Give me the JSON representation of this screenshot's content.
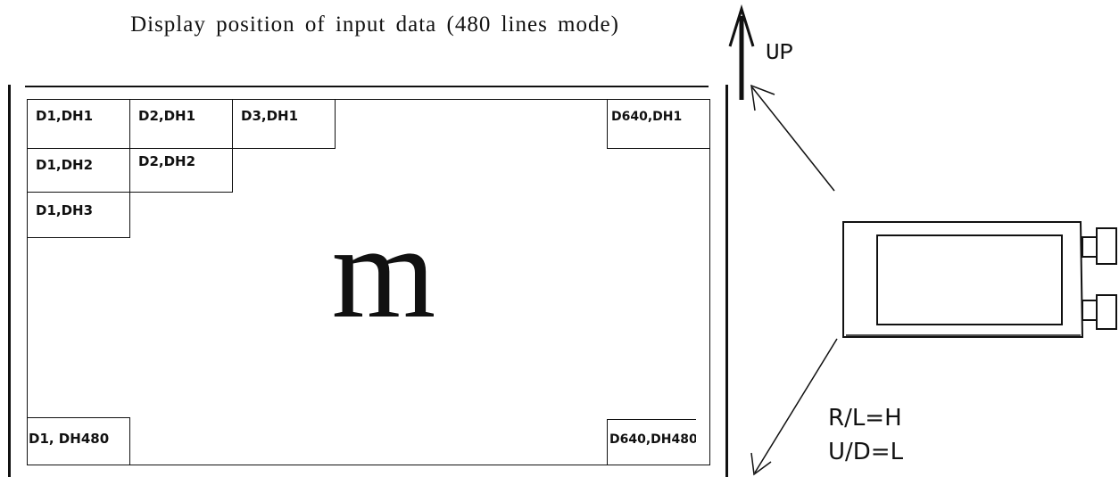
{
  "title": "Display position of input data (480 lines mode)",
  "screen": {
    "center_glyph": "m",
    "cells": {
      "r1c1": "D1,DH1",
      "r1c2": "D2,DH1",
      "r1c3": "D3,DH1",
      "top_right": "D640,DH1",
      "r2c1": "D1,DH2",
      "r2c2": "D2,DH2",
      "r3c1": "D1,DH3",
      "bottom_left": "D1, DH480",
      "bottom_right": "D640,DH480"
    }
  },
  "direction": {
    "up_label": "UP",
    "rl_setting": "R/L=H",
    "ud_setting": "U/D=L"
  }
}
